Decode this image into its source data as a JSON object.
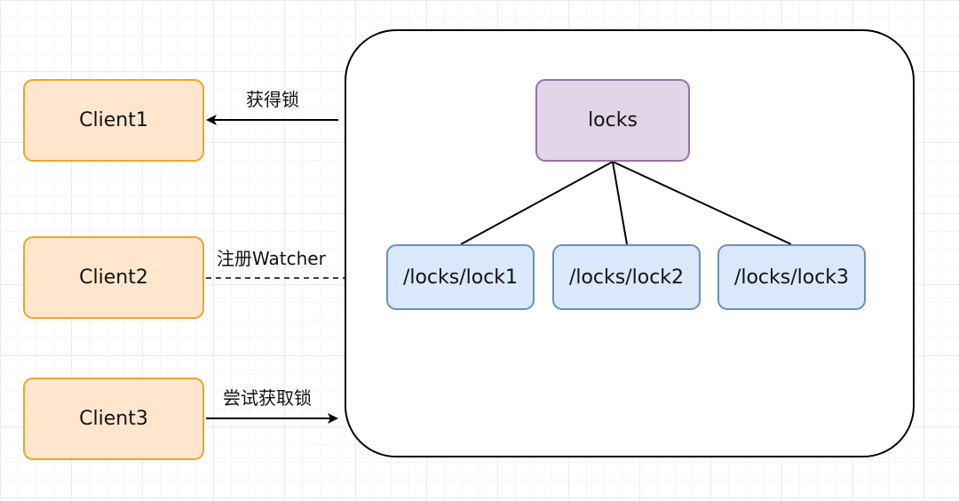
{
  "clients": [
    {
      "label": "Client1"
    },
    {
      "label": "Client2"
    },
    {
      "label": "Client3"
    }
  ],
  "root": {
    "label": "locks"
  },
  "children": [
    {
      "label": "/locks/lock1"
    },
    {
      "label": "/locks/lock2"
    },
    {
      "label": "/locks/lock3"
    }
  ],
  "edges": {
    "acquired": "获得锁",
    "watch": "注册Watcher",
    "try_acquire": "尝试获取锁"
  },
  "colors": {
    "client_fill": "#ffe6cc",
    "client_stroke": "#e8a82a",
    "root_fill": "#e1d5e7",
    "root_stroke": "#9673a6",
    "child_fill": "#dae8fc",
    "child_stroke": "#6c8ebf"
  }
}
